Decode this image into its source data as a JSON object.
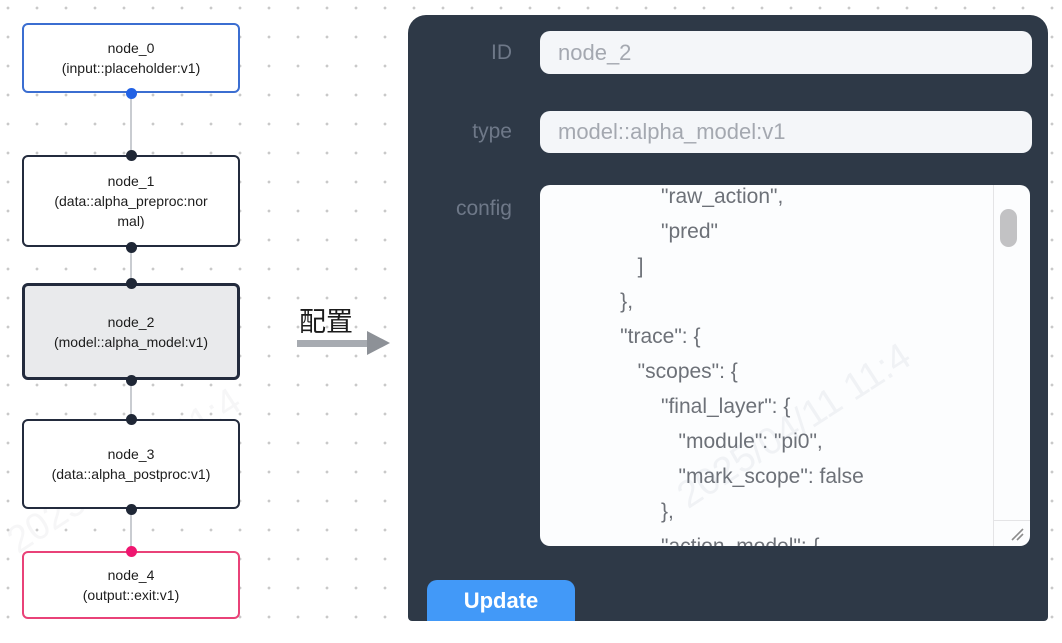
{
  "flow": {
    "nodes": [
      {
        "title": "node_0",
        "subtitle": "(input::placeholder:v1)",
        "border_color": "#3b6ed1",
        "handle_color": "#2262e5",
        "state": "input"
      },
      {
        "title": "node_1",
        "subtitle": "(data::alpha_preproc:normal)",
        "border_color": "#232b3d",
        "handle_color": "#1f2736",
        "state": "default"
      },
      {
        "title": "node_2",
        "subtitle": "(model::alpha_model:v1)",
        "border_color": "#232b3d",
        "handle_color": "#1f2736",
        "state": "selected"
      },
      {
        "title": "node_3",
        "subtitle": "(data::alpha_postproc:v1)",
        "border_color": "#232b3d",
        "handle_color": "#1f2736",
        "state": "default"
      },
      {
        "title": "node_4",
        "subtitle": "(output::exit:v1)",
        "border_color": "#e94278",
        "handle_color": "#ef1670",
        "state": "output"
      }
    ],
    "edge_color": "#c9ccd1"
  },
  "transition": {
    "label": "配置",
    "arrow_color": "#9aa0a6"
  },
  "panel": {
    "background_color": "#2e3947",
    "id_label": "ID",
    "id_value": "node_2",
    "type_label": "type",
    "type_value": "model::alpha_model:v1",
    "config_label": "config",
    "config_lines": [
      "                  \"raw_action\",",
      "                  \"pred\"",
      "              ]",
      "           },",
      "           \"trace\": {",
      "              \"scopes\": {",
      "                  \"final_layer\": {",
      "                     \"module\": \"pi0\",",
      "                     \"mark_scope\": false",
      "                  },",
      "                  \"action_model\": {"
    ],
    "update_label": "Update",
    "update_color": "#4299f8"
  },
  "watermark": "2025/04/11 11:4"
}
